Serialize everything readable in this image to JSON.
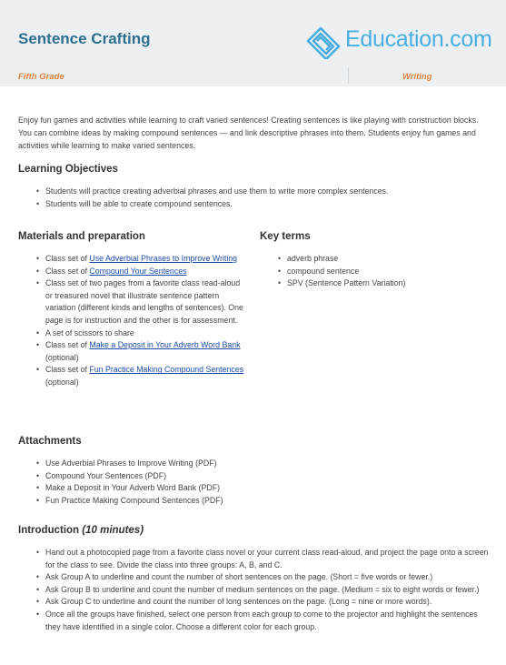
{
  "header": {
    "title": "Sentence Crafting",
    "logo_text": "Education.com",
    "grade": "Fifth Grade",
    "subject": "Writing"
  },
  "intro": "Enjoy fun games and activities while learning to craft varied sentences! Creating sentences is like playing with construction blocks. You can combine ideas by making compound sentences — and link descriptive phrases into them. Students enjoy fun games and activities while learning to make varied sentences.",
  "objectives": {
    "heading": "Learning Objectives",
    "items": [
      "Students will practice creating adverbial phrases and use them to write more complex sentences.",
      "Students will be able to create compound sentences."
    ]
  },
  "materials": {
    "heading": "Materials and preparation",
    "items": [
      {
        "pre": "Class set of ",
        "link": "Use Adverbial Phrases to Improve Writing",
        "post": ""
      },
      {
        "pre": "Class set of ",
        "link": "Compound Your Sentences",
        "post": ""
      },
      {
        "pre": "Class set of two pages from a favorite class read-aloud or treasured novel that illustrate sentence pattern variation (different kinds and lengths of sentences). One page is for instruction and the other is for assessment.",
        "link": "",
        "post": ""
      },
      {
        "pre": "A set of scissors to share",
        "link": "",
        "post": ""
      },
      {
        "pre": "Class set of ",
        "link": "Make a Deposit in Your Adverb Word Bank",
        "post": " (optional)"
      },
      {
        "pre": "Class set of ",
        "link": "Fun Practice Making Compound Sentences",
        "post": " (optional)"
      }
    ]
  },
  "key_terms": {
    "heading": "Key terms",
    "items": [
      "adverb phrase",
      "compound sentence",
      "SPV (Sentence Pattern Variation)"
    ]
  },
  "attachments": {
    "heading": "Attachments",
    "items": [
      "Use Adverbial Phrases to Improve Writing (PDF)",
      "Compound Your Sentences (PDF)",
      "Make a Deposit in Your Adverb Word Bank (PDF)",
      "Fun Practice Making Compound Sentences (PDF)"
    ]
  },
  "introduction": {
    "heading": "Introduction",
    "duration": "(10 minutes)",
    "items": [
      "Hand out a photocopied page from a favorite class novel or your current class read-aloud, and project the page onto a screen for the class to see. Divide the class into three groups: A, B, and C.",
      "Ask Group A to underline and count the number of short sentences on the page. (Short = five words or fewer.)",
      "Ask Group B to underline and count the number of medium sentences on the page. (Medium = six to eight words or fewer.)",
      "Ask Group C to underline and count the number of long sentences on the page. (Long = nine or more words).",
      "Once all the groups have finished, select one person from each group to come to the projector and highlight the sentences they have identified in a single color. Choose a different color for each group."
    ]
  },
  "colors": {
    "title": "#2e6e8e",
    "accent": "#e0823d",
    "logo": "#4aaee0",
    "link": "#1a4ba8",
    "band": "#edf0f3"
  }
}
